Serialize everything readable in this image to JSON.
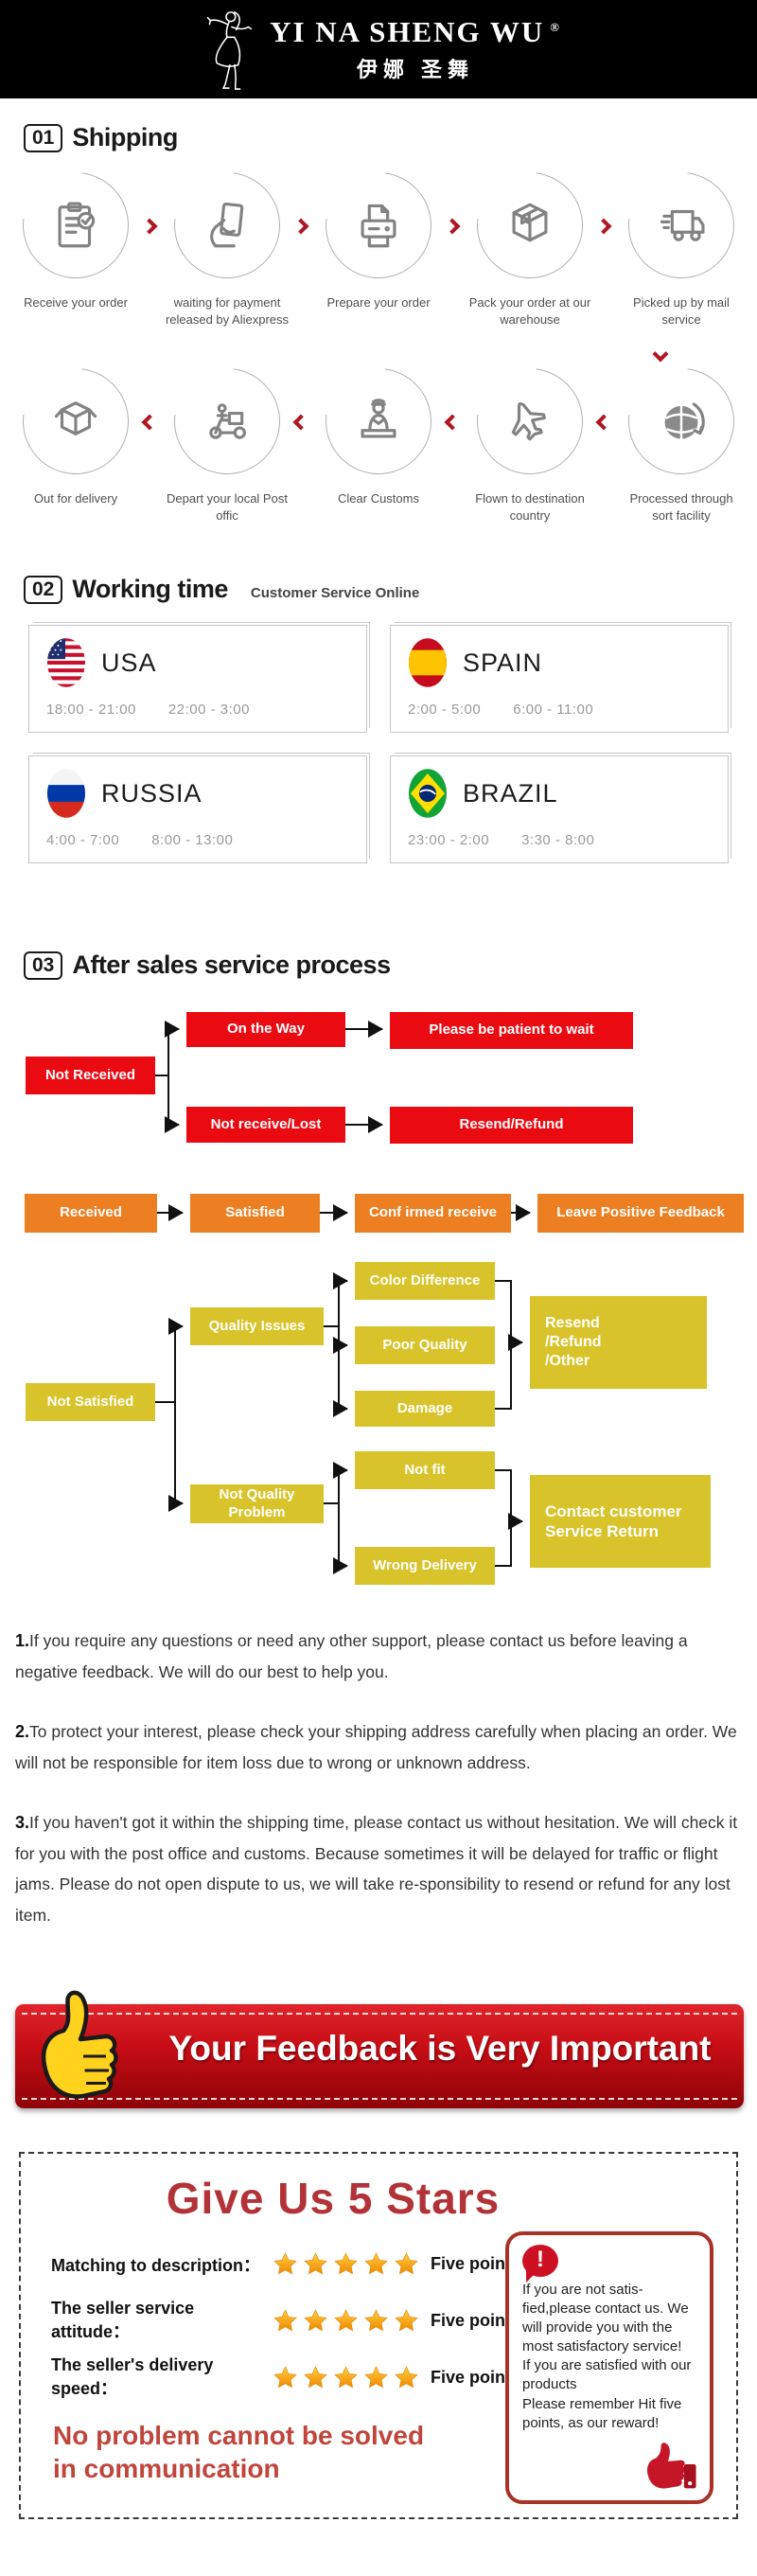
{
  "header": {
    "brand": "YI NA SHENG WU",
    "reg_mark": "®",
    "brand_cn": "伊娜 圣舞"
  },
  "sections": {
    "shipping": {
      "num": "01",
      "title": "Shipping"
    },
    "working_time": {
      "num": "02",
      "title": "Working time",
      "subtitle": "Customer Service Online"
    },
    "after_sales": {
      "num": "03",
      "title": "After sales service process"
    }
  },
  "shipping": {
    "row1": [
      {
        "label": "Receive your order",
        "icon": "order-checklist-icon"
      },
      {
        "label": "waiting for payment released by Aliexpress",
        "icon": "payment-hand-card-icon"
      },
      {
        "label": "Prepare your order",
        "icon": "printer-icon"
      },
      {
        "label": "Pack your order at our warehouse",
        "icon": "package-box-icon"
      },
      {
        "label": "Picked up by mail service",
        "icon": "delivery-truck-icon"
      }
    ],
    "row2": [
      {
        "label": "Out  for delivery",
        "icon": "open-box-icon"
      },
      {
        "label": "Depart your local Post offic",
        "icon": "scooter-icon"
      },
      {
        "label": "Clear Customs",
        "icon": "customs-officer-icon"
      },
      {
        "label": "Flown to destination country",
        "icon": "airplane-icon"
      },
      {
        "label": "Processed through sort facility",
        "icon": "globe-icon"
      }
    ]
  },
  "working_time": {
    "countries": [
      {
        "name": "USA",
        "time1": "18:00 - 21:00",
        "time2": "22:00 - 3:00"
      },
      {
        "name": "SPAIN",
        "time1": "2:00 - 5:00",
        "time2": "6:00 - 11:00"
      },
      {
        "name": "RUSSIA",
        "time1": "4:00 - 7:00",
        "time2": "8:00 - 13:00"
      },
      {
        "name": "BRAZIL",
        "time1": "23:00 - 2:00",
        "time2": "3:30 - 8:00"
      }
    ]
  },
  "flowchart": {
    "not_received": "Not Received",
    "on_the_way": "On the Way",
    "patient": "Please be patient to wait",
    "not_receive_lost": "Not receive/Lost",
    "resend_refund": "Resend/Refund",
    "received": "Received",
    "satisfied": "Satisfied",
    "confirmed": "Conf irmed receive",
    "leave_feedback": "Leave Positive Feedback",
    "not_satisfied": "Not Satisfied",
    "quality_issues": "Quality Issues",
    "color_difference": "Color Difference",
    "poor_quality": "Poor Quality",
    "damage": "Damage",
    "resend_other": "Resend\n/Refund\n/Other",
    "not_quality": "Not Quality\nProblem",
    "not_fit": "Not fit",
    "wrong_delivery": "Wrong Delivery",
    "contact_return": "Contact customer\nService Return"
  },
  "notes": {
    "p1_num": "1.",
    "p1": "If you require any questions or need any other support, please contact us before leaving a negative feedback. We will do our best to help you.",
    "p2_num": "2.",
    "p2": "To protect your interest, please check your shipping address carefully when placing an order. We will not be responsible for item loss due to wrong or unknown address.",
    "p3_num": "3.",
    "p3": "If you haven't got it within the shipping time, please contact us without hesitation. We will check it for you with the post office and customs. Because sometimes it will be delayed for traffic or flight jams. Please do not open dispute to us, we will take re-sponsibility to resend or refund for any lost item."
  },
  "feedback_banner": {
    "text": "Your Feedback is Very Important"
  },
  "five_stars": {
    "title": "Give Us 5 Stars",
    "rows": [
      {
        "label": "Matching to description：",
        "points": "Five points"
      },
      {
        "label": "The seller service attitude：",
        "points": "Five points"
      },
      {
        "label": "The seller's delivery speed：",
        "points": "Five points"
      }
    ],
    "note": "If you are not satis-fied,please contact us. We will provide you with the most satisfactory service!\nIf you are satisfied with our products\nPlease remember Hit five points, as our reward!",
    "slogan": "No problem cannot be solved\n in communication"
  },
  "colors": {
    "flow_red": "#ea0b12",
    "flow_orange": "#ec7f22",
    "flow_yellow": "#d9c32b",
    "accent_red": "#b01722",
    "banner_red": "#c60d15",
    "title_red": "#b13338"
  }
}
